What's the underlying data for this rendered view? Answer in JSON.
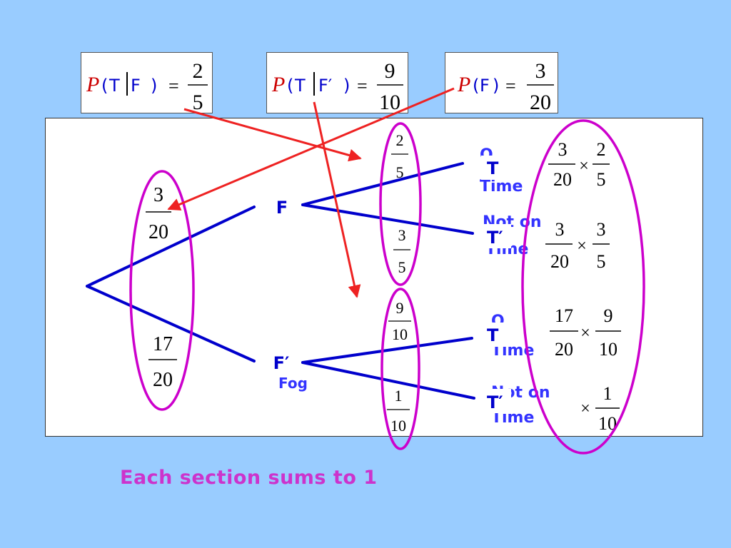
{
  "formulas": [
    {
      "p": "P",
      "lp": "(",
      "event": "T",
      "cond": "F",
      "rp": ")",
      "eq": "=",
      "num": "2",
      "den": "5"
    },
    {
      "p": "P",
      "lp": "(",
      "event": "T",
      "cond": "F′",
      "rp": ")",
      "eq": "=",
      "num": "9",
      "den": "10"
    },
    {
      "p": "P",
      "lp": "(",
      "event": "F",
      "rp": ")",
      "eq": "=",
      "num": "3",
      "den": "20"
    }
  ],
  "tree": {
    "level1_nodes": [
      {
        "label": "F",
        "fragment": ""
      },
      {
        "label": "F′",
        "fragment": "Fog"
      }
    ],
    "level1_probs": [
      {
        "num": "3",
        "den": "20"
      },
      {
        "num": "17",
        "den": "20"
      }
    ],
    "level2_probs": [
      {
        "num": "2",
        "den": "5"
      },
      {
        "num": "3",
        "den": "5"
      },
      {
        "num": "9",
        "den": "10"
      },
      {
        "num": "1",
        "den": "10"
      }
    ],
    "outcomes": [
      {
        "label": "T",
        "under": "Time",
        "over": "O"
      },
      {
        "label": "T′",
        "under": "Time",
        "over": "Not on"
      },
      {
        "label": "T",
        "under": "Time",
        "over": "O"
      },
      {
        "label": "T′",
        "under": "Time",
        "over": "Not on"
      }
    ],
    "products": [
      {
        "a_num": "3",
        "a_den": "20",
        "op": "×",
        "b_num": "2",
        "b_den": "5"
      },
      {
        "a_num": "3",
        "a_den": "20",
        "op": "×",
        "b_num": "3",
        "b_den": "5"
      },
      {
        "a_num": "17",
        "a_den": "20",
        "op": "×",
        "b_num": "9",
        "b_den": "10"
      },
      {
        "a_num": "",
        "a_den": "",
        "op": "×",
        "b_num": "1",
        "b_den": "10"
      }
    ]
  },
  "caption": "Each section sums to 1",
  "colors": {
    "background": "#99ccff",
    "branch": "#0000cc",
    "arrow": "#ee2222",
    "highlight": "#cc00cc",
    "caption": "#cc33cc",
    "label_blue": "#0000cc",
    "fragment_blue": "#3333ff"
  }
}
